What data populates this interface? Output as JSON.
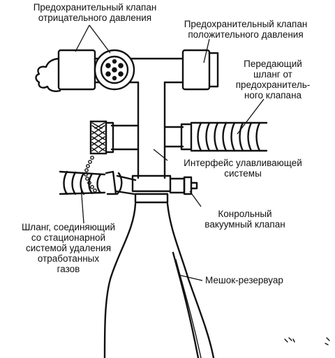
{
  "labels": {
    "negative_valve": [
      "Предохранительный клапан",
      "отрицательного давления"
    ],
    "positive_valve": [
      "Предохранительный клапан",
      "положительного давления"
    ],
    "transfer_hose": [
      "Передающий",
      "шланг от",
      "предохранитель-",
      "ного клапана"
    ],
    "interface": [
      "Интерфейс улавливающей",
      "системы"
    ],
    "vacuum_valve": [
      "Конрольный",
      "вакуумный клапан"
    ],
    "connecting_hose": [
      "Шланг, соединяющий",
      "со стационарной",
      "системой удаления",
      "отработанных",
      "газов"
    ],
    "reservoir_bag": "Мешок-резервуар"
  }
}
